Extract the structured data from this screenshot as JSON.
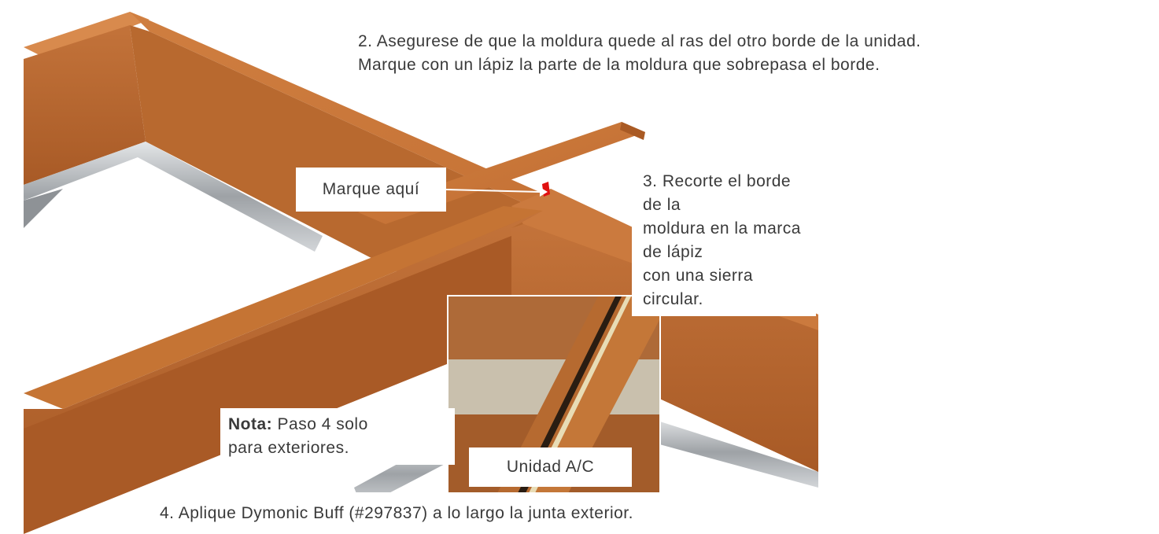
{
  "step2": {
    "line1": "2. Asegurese de que la moldura quede al ras del otro borde de la unidad.",
    "line2": "Marque con un lápiz la parte de la moldura que sobrepasa el borde."
  },
  "mark_label": "Marque aquí",
  "step3": {
    "line1": "3. Recorte el borde de la",
    "line2": "moldura en la marca de lápiz",
    "line3": "con una sierra circular."
  },
  "note": {
    "bold": "Nota:",
    "line1_rest": " Paso 4 solo",
    "line2": "para exteriores."
  },
  "inset_label": "Unidad A/C",
  "step4": "4. Aplique Dymonic Buff (#297837) a lo largo la junta exterior.",
  "colors": {
    "wood_top": "#c9773a",
    "wood_side": "#b8692f",
    "wood_dark": "#9c5424",
    "rail": "#b9bcbf",
    "glass": "#cfc5b1",
    "marker": "#e01010"
  }
}
